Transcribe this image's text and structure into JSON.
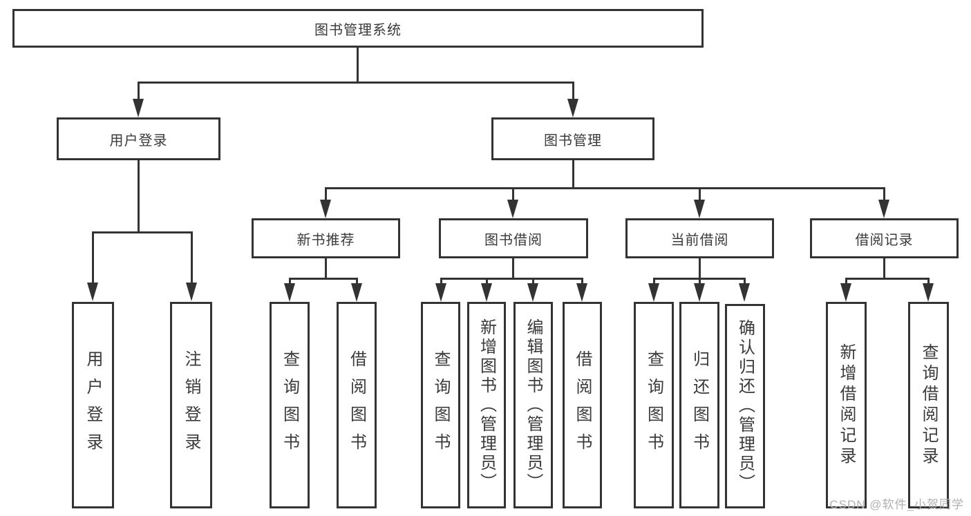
{
  "diagram_type": "functional-structure-tree",
  "colors": {
    "line": "#333333",
    "text": "#3a3a3a",
    "background": "#ffffff",
    "watermark": "#b0b0b0"
  },
  "tree": {
    "root": {
      "label": "图书管理系统"
    },
    "children": [
      {
        "label": "用户登录",
        "children": [
          {
            "label": "用户登录"
          },
          {
            "label": "注销登录"
          }
        ]
      },
      {
        "label": "图书管理",
        "children": [
          {
            "label": "新书推荐",
            "children": [
              {
                "label": "查询图书"
              },
              {
                "label": "借阅图书"
              }
            ]
          },
          {
            "label": "图书借阅",
            "children": [
              {
                "label": "查询图书"
              },
              {
                "label": "新增图书（管理员）"
              },
              {
                "label": "编辑图书（管理员）"
              },
              {
                "label": "借阅图书"
              }
            ]
          },
          {
            "label": "当前借阅",
            "children": [
              {
                "label": "查询图书"
              },
              {
                "label": "归还图书"
              },
              {
                "label": "确认归还（管理员）"
              }
            ]
          },
          {
            "label": "借阅记录",
            "children": [
              {
                "label": "新增借阅记录"
              },
              {
                "label": "查询借阅记录"
              }
            ]
          }
        ]
      }
    ]
  },
  "watermark": {
    "text": "CSDN @软件_小贺同学"
  }
}
